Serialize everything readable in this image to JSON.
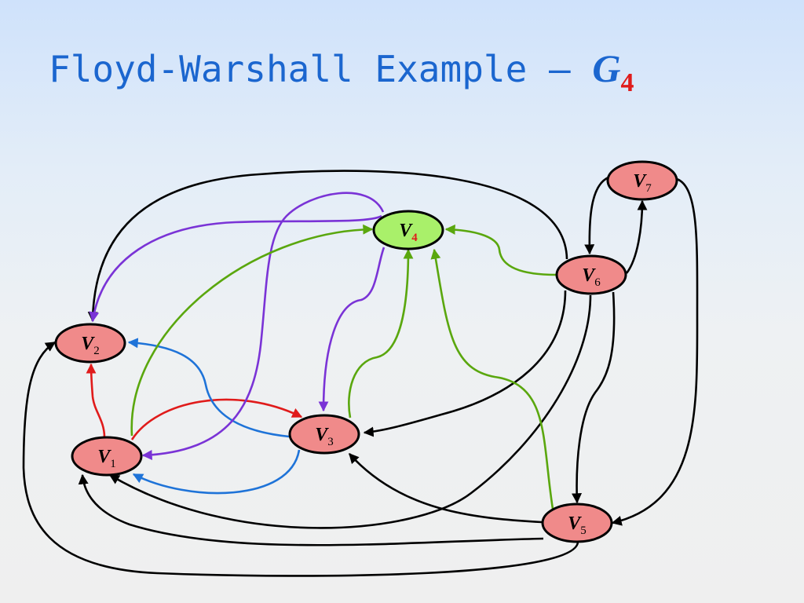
{
  "title": {
    "text": "Floyd-Warshall Example – ",
    "graph_letter": "G",
    "graph_index": "4"
  },
  "colors": {
    "title": "#1b66cf",
    "node_fill": "#f08a8a",
    "pivot_fill": "#a9f06a",
    "black": "#000000",
    "red": "#e01b1b",
    "blue": "#1e73d8",
    "purple": "#7a33d6",
    "green": "#5aa70e"
  },
  "nodes": [
    {
      "id": "v1",
      "letter": "V",
      "index": "1",
      "pivot": false
    },
    {
      "id": "v2",
      "letter": "V",
      "index": "2",
      "pivot": false
    },
    {
      "id": "v3",
      "letter": "V",
      "index": "3",
      "pivot": false
    },
    {
      "id": "v4",
      "letter": "V",
      "index": "4",
      "pivot": true
    },
    {
      "id": "v5",
      "letter": "V",
      "index": "5",
      "pivot": false
    },
    {
      "id": "v6",
      "letter": "V",
      "index": "6",
      "pivot": false
    },
    {
      "id": "v7",
      "letter": "V",
      "index": "7",
      "pivot": false
    }
  ],
  "edges": [
    {
      "from": "v1",
      "to": "v2",
      "color": "red"
    },
    {
      "from": "v1",
      "to": "v3",
      "color": "red"
    },
    {
      "from": "v3",
      "to": "v2",
      "color": "blue"
    },
    {
      "from": "v3",
      "to": "v1",
      "color": "blue"
    },
    {
      "from": "v4",
      "to": "v2",
      "color": "purple"
    },
    {
      "from": "v4",
      "to": "v3",
      "color": "purple"
    },
    {
      "from": "v4",
      "to": "v1",
      "color": "purple"
    },
    {
      "from": "v1",
      "to": "v4",
      "color": "green"
    },
    {
      "from": "v3",
      "to": "v4",
      "color": "green"
    },
    {
      "from": "v6",
      "to": "v4",
      "color": "green"
    },
    {
      "from": "v5",
      "to": "v4",
      "color": "green"
    },
    {
      "from": "v6",
      "to": "v2",
      "color": "black"
    },
    {
      "from": "v6",
      "to": "v3",
      "color": "black"
    },
    {
      "from": "v6",
      "to": "v1",
      "color": "black"
    },
    {
      "from": "v6",
      "to": "v5",
      "color": "black"
    },
    {
      "from": "v6",
      "to": "v7",
      "color": "black"
    },
    {
      "from": "v7",
      "to": "v6",
      "color": "black"
    },
    {
      "from": "v7",
      "to": "v5",
      "color": "black"
    },
    {
      "from": "v5",
      "to": "v3",
      "color": "black"
    },
    {
      "from": "v5",
      "to": "v1",
      "color": "black"
    },
    {
      "from": "v5",
      "to": "v2",
      "color": "black"
    }
  ]
}
